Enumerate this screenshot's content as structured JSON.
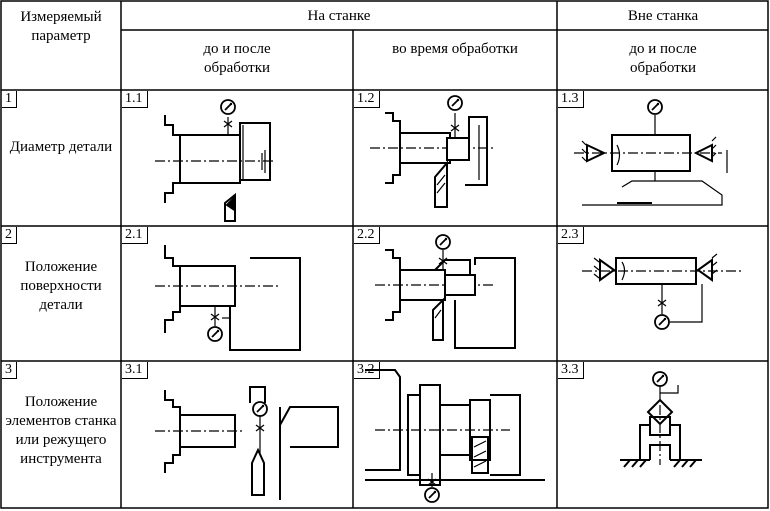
{
  "table": {
    "header": {
      "param_col": "Измеряемый параметр",
      "group_on_machine": "На станке",
      "group_off_machine": "Вне станка",
      "sub_before_after": "до и после обработки",
      "sub_during": "во время обработки",
      "sub_off_before_after": "до и после обработки"
    },
    "rows": [
      {
        "number": "1",
        "parameter": "Диаметр детали",
        "cells": [
          "1.1",
          "1.2",
          "1.3"
        ]
      },
      {
        "number": "2",
        "parameter": "Положение поверхности детали",
        "cells": [
          "2.1",
          "2.2",
          "2.3"
        ]
      },
      {
        "number": "3",
        "parameter": "Положение элементов станка или режущего инструмента",
        "cells": [
          "3.1",
          "3.2",
          "3.3"
        ]
      }
    ]
  },
  "icons": {
    "gauge": "dial-indicator-icon",
    "cutter": "cutting-tool-icon",
    "support": "fixed-support-icon"
  }
}
